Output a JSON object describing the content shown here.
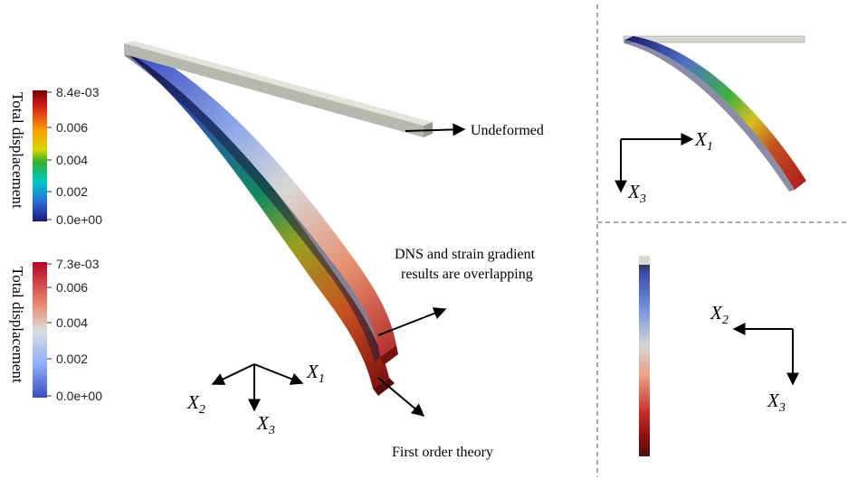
{
  "colorbars": [
    {
      "title": "Total displacement",
      "ticks": [
        "8.4e-03",
        "0.006",
        "0.004",
        "0.002",
        "0.0e+00"
      ],
      "colormap": "jet",
      "range": [
        0.0,
        0.0084
      ]
    },
    {
      "title": "Total displacement",
      "ticks": [
        "7.3e-03",
        "0.006",
        "0.004",
        "0.002",
        "0.0e+00"
      ],
      "colormap": "coolwarm",
      "range": [
        0.0,
        0.0073
      ]
    }
  ],
  "annotations": {
    "undeformed": "Undeformed",
    "overlap_line1": "DNS and strain gradient",
    "overlap_line2": "results are overlapping",
    "first_order": "First order theory"
  },
  "axes": {
    "x1": "X",
    "x1_sub": "1",
    "x2": "X",
    "x2_sub": "2",
    "x3": "X",
    "x3_sub": "3"
  },
  "colors": {
    "undeformed_beam": "#c8c8c0",
    "jet_low": "#2a2a8c",
    "jet_high": "#8b1a1a",
    "coolwarm_low": "#3b4cc0",
    "coolwarm_high": "#b40426"
  }
}
